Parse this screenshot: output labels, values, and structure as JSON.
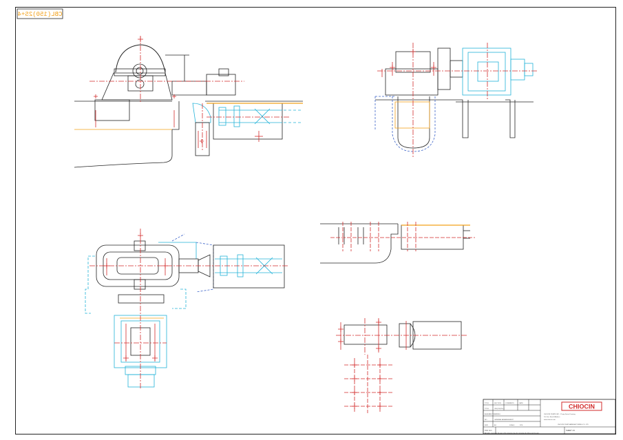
{
  "drawing": {
    "corner_code": "CBL(150)2S+4",
    "colors": {
      "line": "#222222",
      "red": "#d22a2a",
      "cyan": "#21b2d8",
      "orange": "#f2a019",
      "blue": "#3a62c8",
      "gray": "#888888",
      "magenta": "#e020c8"
    }
  },
  "title_block": {
    "logo_text": "CHIOCIN",
    "company_lines": [
      "CHIOCIN PUMPS INC. - Pump Series Drawing",
      "Tel: Fax: Email: Address",
      "www.chiocin.com"
    ],
    "company_highlight": "CHIOCIN PUMP MANUFACTURING CO. LTD",
    "header_cells": [
      "TITLE",
      "SECTION",
      "COMMENTS",
      "DATE"
    ],
    "row_labels": [
      "TITLE",
      "ASSEMBLY DRAWING",
      "NO.",
      "SIZE",
      "SCALE"
    ],
    "row_values": [
      "CBL(150)2S+4",
      "GENERAL ARRANGEMENT",
      "",
      "A3",
      "NTS"
    ],
    "footer_left": "Unit: mm",
    "footer_right": "SHEET 1/1",
    "note": "All rights reserved. No part of this drawing may be reproduced without permission."
  }
}
